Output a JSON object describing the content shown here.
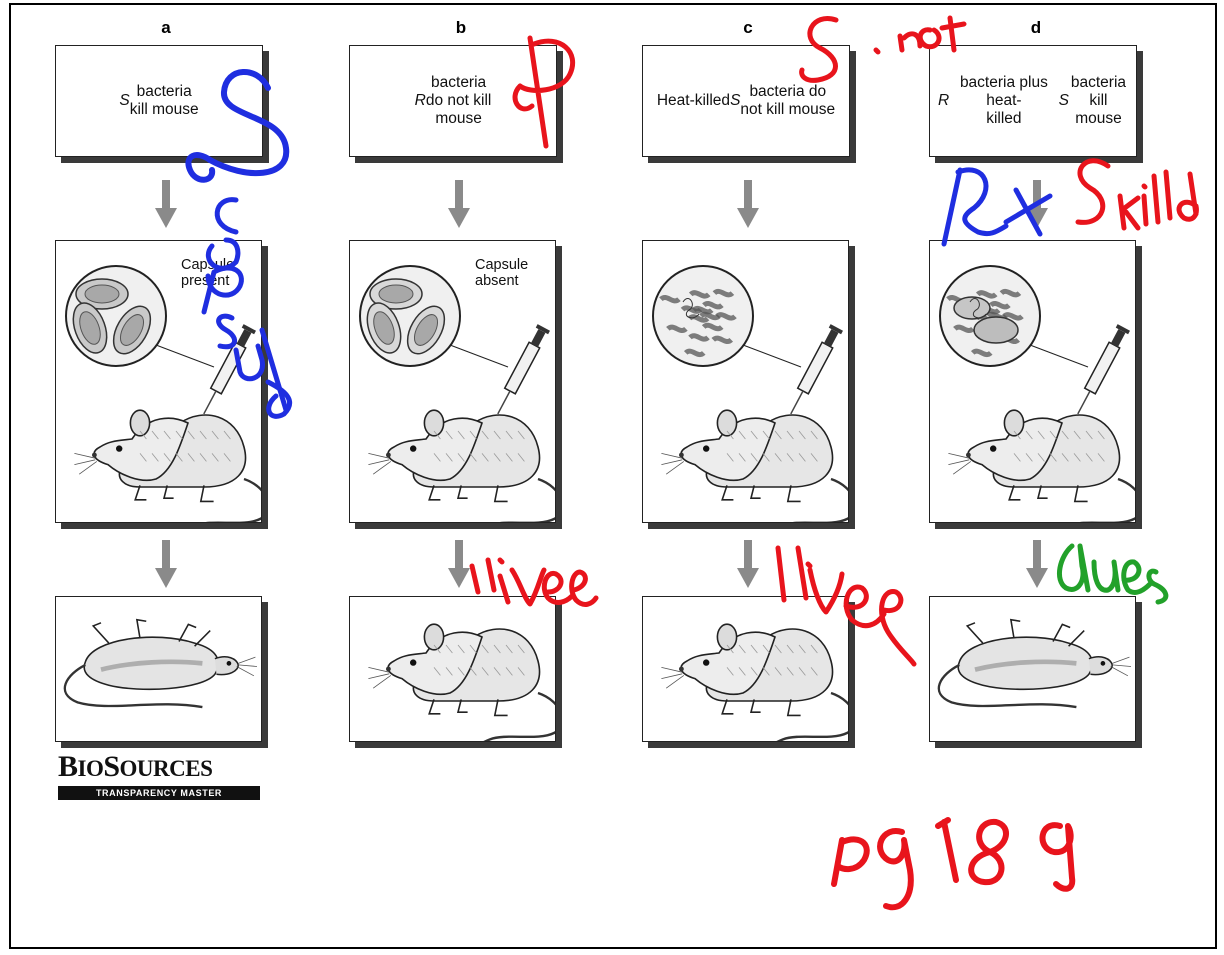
{
  "columns": [
    {
      "letter": "a",
      "title_html": "<i>S</i> bacteria<br>kill mouse",
      "capsule_label_html": "Capsule<br>present"
    },
    {
      "letter": "b",
      "title_html": "<i>R</i> bacteria<br>do not kill<br>mouse",
      "capsule_label_html": "Capsule<br>absent"
    },
    {
      "letter": "c",
      "title_html": "Heat-killed<br><i>S</i> bacteria do<br>not kill mouse",
      "capsule_label_html": ""
    },
    {
      "letter": "d",
      "title_html": "<i>R</i> bacteria plus heat-<br>killed <i>S</i> bacteria<br>kill mouse",
      "capsule_label_html": ""
    }
  ],
  "logo": {
    "name_big_1": "B",
    "name_small_1": "IO",
    "name_big_2": "S",
    "name_small_2": "OURCES",
    "banner": "TRANSPARENCY MASTER"
  },
  "handwriting": {
    "a_top": "S",
    "a_side": "Capsule",
    "b_top": "R",
    "b_result": "lives",
    "c_top": "S. not",
    "c_result": "lives",
    "d_mix": "R + S killd",
    "d_result": "dies",
    "page_ref": "pg 189"
  },
  "colors": {
    "ink_blue": "#1f2ee0",
    "ink_red": "#e8141c",
    "ink_green": "#22a12a"
  }
}
